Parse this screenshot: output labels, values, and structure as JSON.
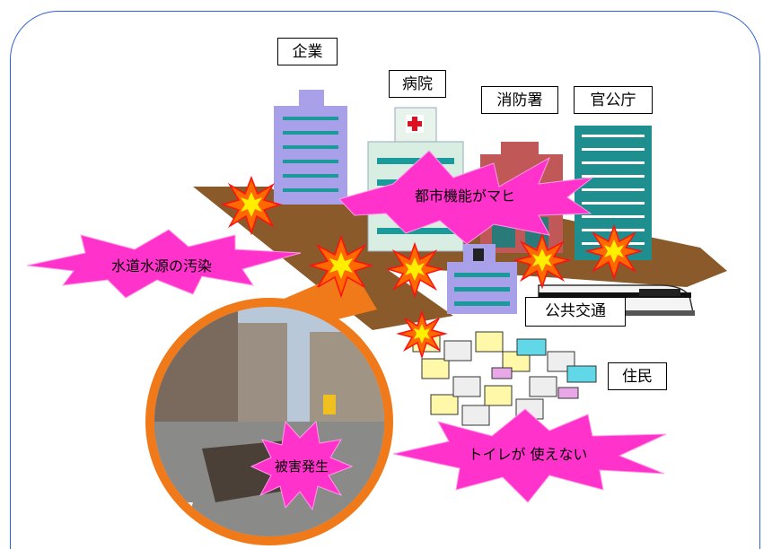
{
  "labels": {
    "company": "企業",
    "hospital": "病院",
    "fire_station": "消防署",
    "government": "官公庁",
    "public_transport": "公共交通",
    "residents": "住民"
  },
  "bursts": {
    "city_function": "都市機能がマヒ",
    "water_source": "水道水源の汚染",
    "toilet": "トイレが 使えない",
    "damage": "被害発生"
  },
  "colors": {
    "frame": "#2f5fd6",
    "road": "#8b5a2b",
    "burst_pink": "#ff33cc",
    "lens_ring": "#f07a1a"
  }
}
